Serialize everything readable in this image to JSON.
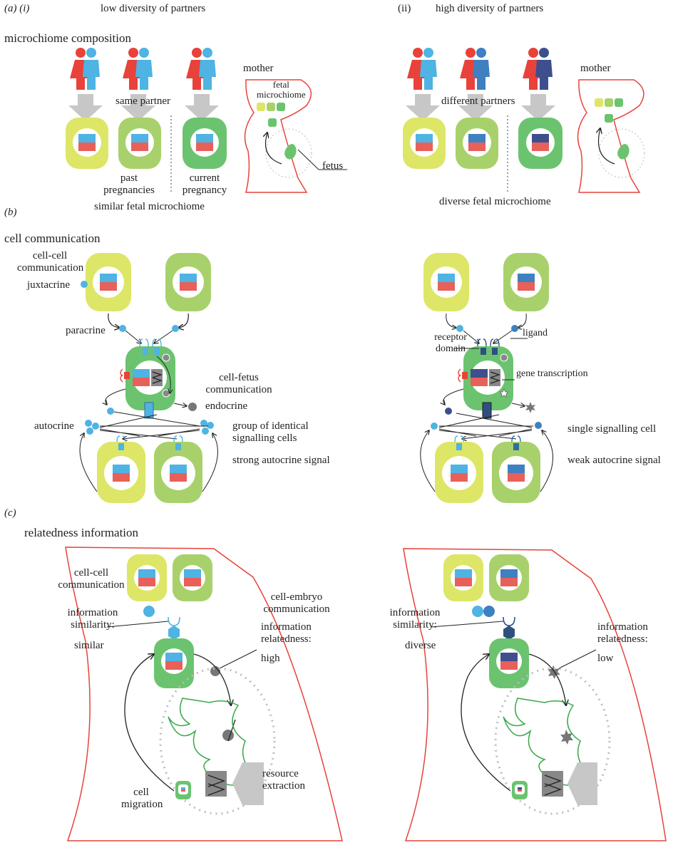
{
  "panel_a": {
    "header_label": "(a) (i)",
    "low_title": "low diversity of partners",
    "high_label": "(ii)",
    "high_title": "high diversity of partners",
    "section_title": "microchiome composition",
    "mother": "mother",
    "fetal_microchiome": "fetal\nmicrochiome",
    "same_partner": "same partner",
    "different_partners": "different partners",
    "past_pregnancies": "past\npregnancies",
    "current_pregnancy": "current\npregnancy",
    "fetus": "fetus",
    "similar_fetal": "similar fetal microchiome",
    "diverse_fetal": "diverse fetal microchiome"
  },
  "panel_b": {
    "label": "(b)",
    "section_title": "cell communication",
    "cell_cell_communication": "cell-cell\ncommunication",
    "juxtacrine": "juxtacrine",
    "paracrine": "paracrine",
    "cell_fetus_communication": "cell-fetus\ncommunication",
    "endocrine": "endocrine",
    "autocrine": "autocrine",
    "group_identical": "group of identical\nsignalling cells",
    "strong_autocrine": "strong autocrine signal",
    "receptor_domain": "receptor\ndomain",
    "ligand": "ligand",
    "gene_transcription": "gene transcription",
    "single_signalling": "single signalling cell",
    "weak_autocrine": "weak autocrine signal"
  },
  "panel_c": {
    "label": "(c)",
    "section_title": "relatedness information",
    "cell_cell_communication": "cell-cell\ncommunication",
    "cell_embryo_communication": "cell-embryo\ncommunication",
    "information_similarity": "information\nsimilarity:",
    "similar": "similar",
    "diverse": "diverse",
    "information_relatedness": "information\nrelatedness:",
    "high": "high",
    "low": "low",
    "resource_extraction": "resource\nextraction",
    "cell_migration": "cell\nmigration"
  },
  "colors": {
    "past_cell_yellow": "#dde666",
    "past_cell_lightgreen": "#a8d16b",
    "current_cell_green": "#6cc36f",
    "mother_outline": "#e8423b",
    "female_figure": "#e8423b",
    "male_figure_light": "#4fb3e3",
    "male_figure_dark": "#3f6aa8",
    "male_figure_navy": "#3e4f8e",
    "ligand_blue": "#4fb3e3",
    "receptor_navy": "#2f4f80",
    "signal_grey": "#777777",
    "arrow_grey": "#bdbdbd",
    "dotted_amnion": "#bdbdbd"
  }
}
